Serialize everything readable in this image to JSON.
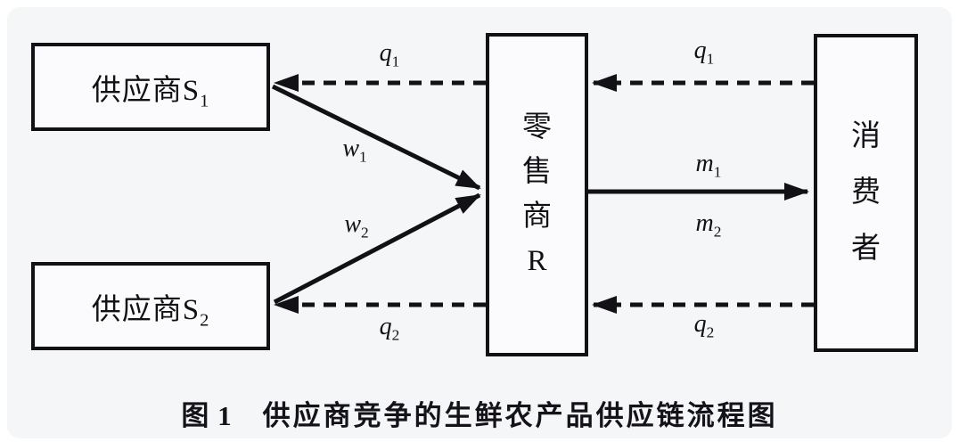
{
  "nodes": {
    "supplier1": {
      "text": "供应商S",
      "sub": "1"
    },
    "supplier2": {
      "text": "供应商S",
      "sub": "2"
    },
    "retailer": {
      "chars": [
        "零",
        "售",
        "商",
        "R"
      ]
    },
    "consumer": {
      "chars": [
        "消",
        "费",
        "者"
      ]
    }
  },
  "edges": {
    "q1_left": {
      "base": "q",
      "sub": "1",
      "style": "dashed",
      "from": "retailer",
      "to": "supplier1"
    },
    "q2_left": {
      "base": "q",
      "sub": "2",
      "style": "dashed",
      "from": "retailer",
      "to": "supplier2"
    },
    "q1_right": {
      "base": "q",
      "sub": "1",
      "style": "dashed",
      "from": "consumer",
      "to": "retailer"
    },
    "q2_right": {
      "base": "q",
      "sub": "2",
      "style": "dashed",
      "from": "consumer",
      "to": "retailer"
    },
    "w1": {
      "base": "w",
      "sub": "1",
      "style": "solid",
      "from": "supplier1",
      "to": "retailer"
    },
    "w2": {
      "base": "w",
      "sub": "2",
      "style": "solid",
      "from": "supplier2",
      "to": "retailer"
    },
    "m": {
      "style": "solid",
      "from": "retailer",
      "to": "consumer",
      "label_above": {
        "base": "m",
        "sub": "1"
      },
      "label_below": {
        "base": "m",
        "sub": "2"
      }
    }
  },
  "caption": {
    "figure_no": "图 1",
    "title": "供应商竞争的生鲜农产品供应链流程图"
  },
  "colors": {
    "line": "#121116",
    "panel_bg": "#f5f6f8",
    "page_bg": "#ffffff",
    "box_bg": "#fbfbfd"
  }
}
